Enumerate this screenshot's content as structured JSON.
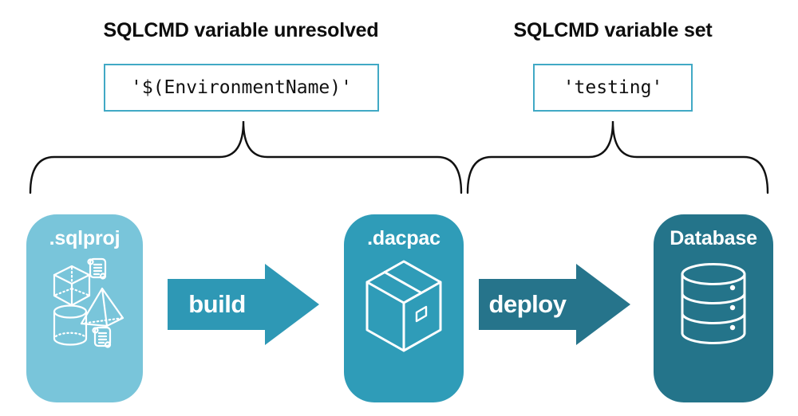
{
  "diagram": {
    "left_annotation": {
      "title": "SQLCMD variable unresolved",
      "value": "'$(EnvironmentName)'"
    },
    "right_annotation": {
      "title": "SQLCMD variable set",
      "value": "'testing'"
    },
    "stages": [
      {
        "label": ".sqlproj",
        "icons": [
          "sql-script",
          "cube",
          "pyramid",
          "cylinder",
          "sql-script"
        ]
      },
      {
        "label": ".dacpac",
        "icons": [
          "package-box"
        ]
      },
      {
        "label": "Database",
        "icons": [
          "database-stack"
        ]
      }
    ],
    "arrows": [
      {
        "label": "build"
      },
      {
        "label": "deploy"
      }
    ],
    "colors": {
      "sqlproj_card": "#79c5da",
      "dacpac_card": "#2f9cb8",
      "database_card": "#24748a",
      "build_arrow": "#2e98b5",
      "deploy_arrow": "#26748b",
      "code_box_border": "#41a9c5",
      "text": "#0d0d0d",
      "icon_stroke": "#ffffff"
    }
  }
}
